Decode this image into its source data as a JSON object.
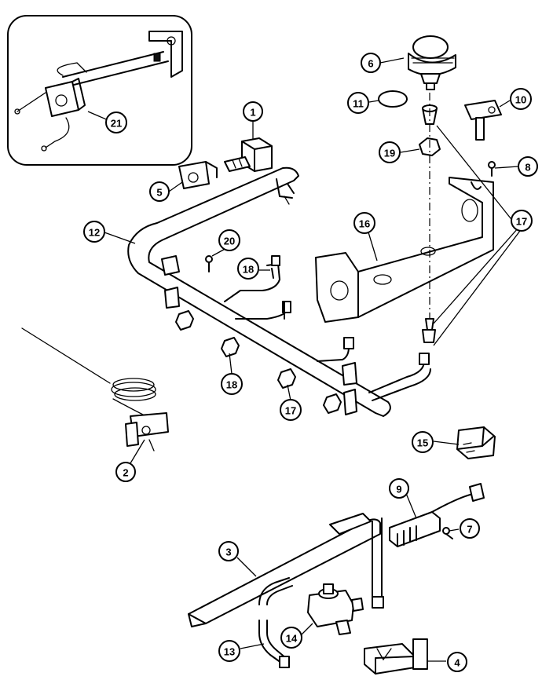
{
  "diagram": {
    "callouts": {
      "c21": "21",
      "c1": "1",
      "c5": "5",
      "c6": "6",
      "c11": "11",
      "c10": "10",
      "c19": "19",
      "c8": "8",
      "c17a": "17",
      "c16": "16",
      "c12": "12",
      "c20": "20",
      "c18a": "18",
      "c18b": "18",
      "c17b": "17",
      "c2": "2",
      "c15": "15",
      "c9": "9",
      "c7": "7",
      "c3": "3",
      "c14": "14",
      "c13": "13",
      "c4": "4"
    }
  }
}
